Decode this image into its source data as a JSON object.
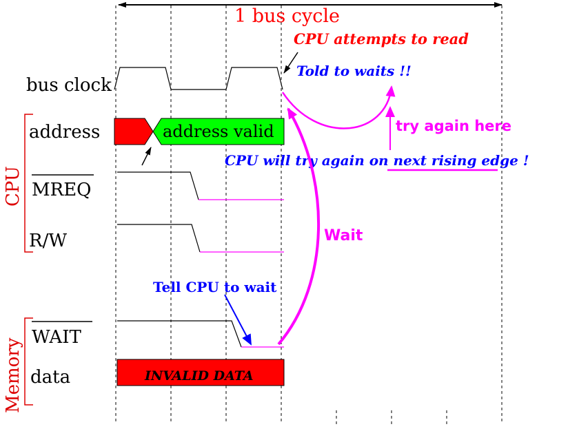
{
  "title": "1 bus cycle",
  "signals": {
    "bus_clock": "bus clock",
    "address": "address",
    "mreq": "MREQ",
    "rw": "R/W",
    "wait": "WAIT",
    "data": "data"
  },
  "groups": {
    "cpu": "CPU",
    "memory": "Memory"
  },
  "blocks": {
    "address_valid": "address valid",
    "invalid_data": "INVALID DATA"
  },
  "annotations": {
    "cpu_attempts": "CPU attempts to read",
    "told_to_wait": "Told to waits !!",
    "try_again_here": "try again here",
    "cpu_will_try": "CPU will try again on next rising edge !",
    "wait": "Wait",
    "tell_cpu_wait": "Tell CPU to wait"
  },
  "colors": {
    "red": "#ff0000",
    "green": "#00ff00",
    "magenta": "#ff00ff",
    "blue": "#0000ff",
    "darkred": "#dd0000",
    "black": "#000000"
  }
}
